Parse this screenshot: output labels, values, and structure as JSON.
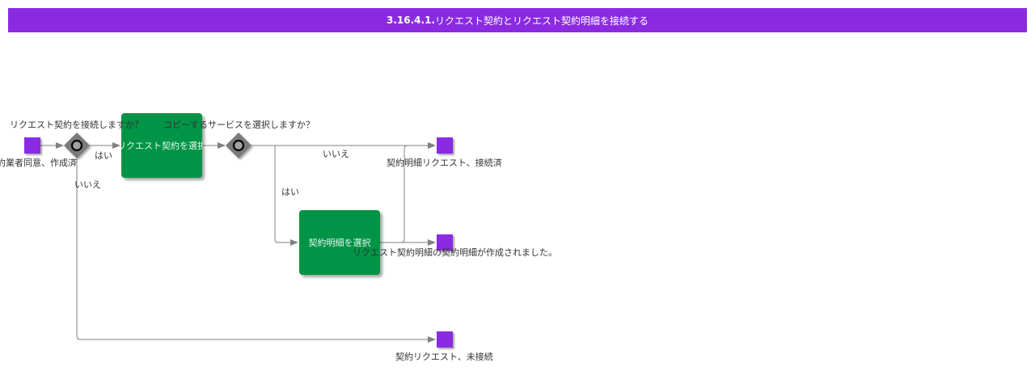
{
  "title": {
    "number": "3.16.4.1.",
    "text": "リクエスト契約とリクエスト契約明細を接続する"
  },
  "colors": {
    "title_bar": "#8a2be2",
    "task": "#009446",
    "event": "#8a2be2",
    "gateway": "#7a7a7a",
    "connector": "#808080"
  },
  "diagram": {
    "start_event": {
      "label": "契約業者同意、作成済"
    },
    "gateway1": {
      "question": "リクエスト契約を接続しますか？",
      "yes_label": "はい",
      "no_label": "いいえ"
    },
    "task1": {
      "label": "リクエスト契約を選択"
    },
    "gateway2": {
      "question": "コピーするサービスを選択しますか？",
      "yes_label": "はい",
      "no_label": "いいえ"
    },
    "task2": {
      "label": "契約明細を選択"
    },
    "end_event1": {
      "label": "契約明細リクエスト、接続済"
    },
    "end_event2": {
      "label": "リクエスト契約明細の契約明細が作成されました。"
    },
    "end_event3": {
      "label": "契約リクエスト、未接続"
    }
  }
}
